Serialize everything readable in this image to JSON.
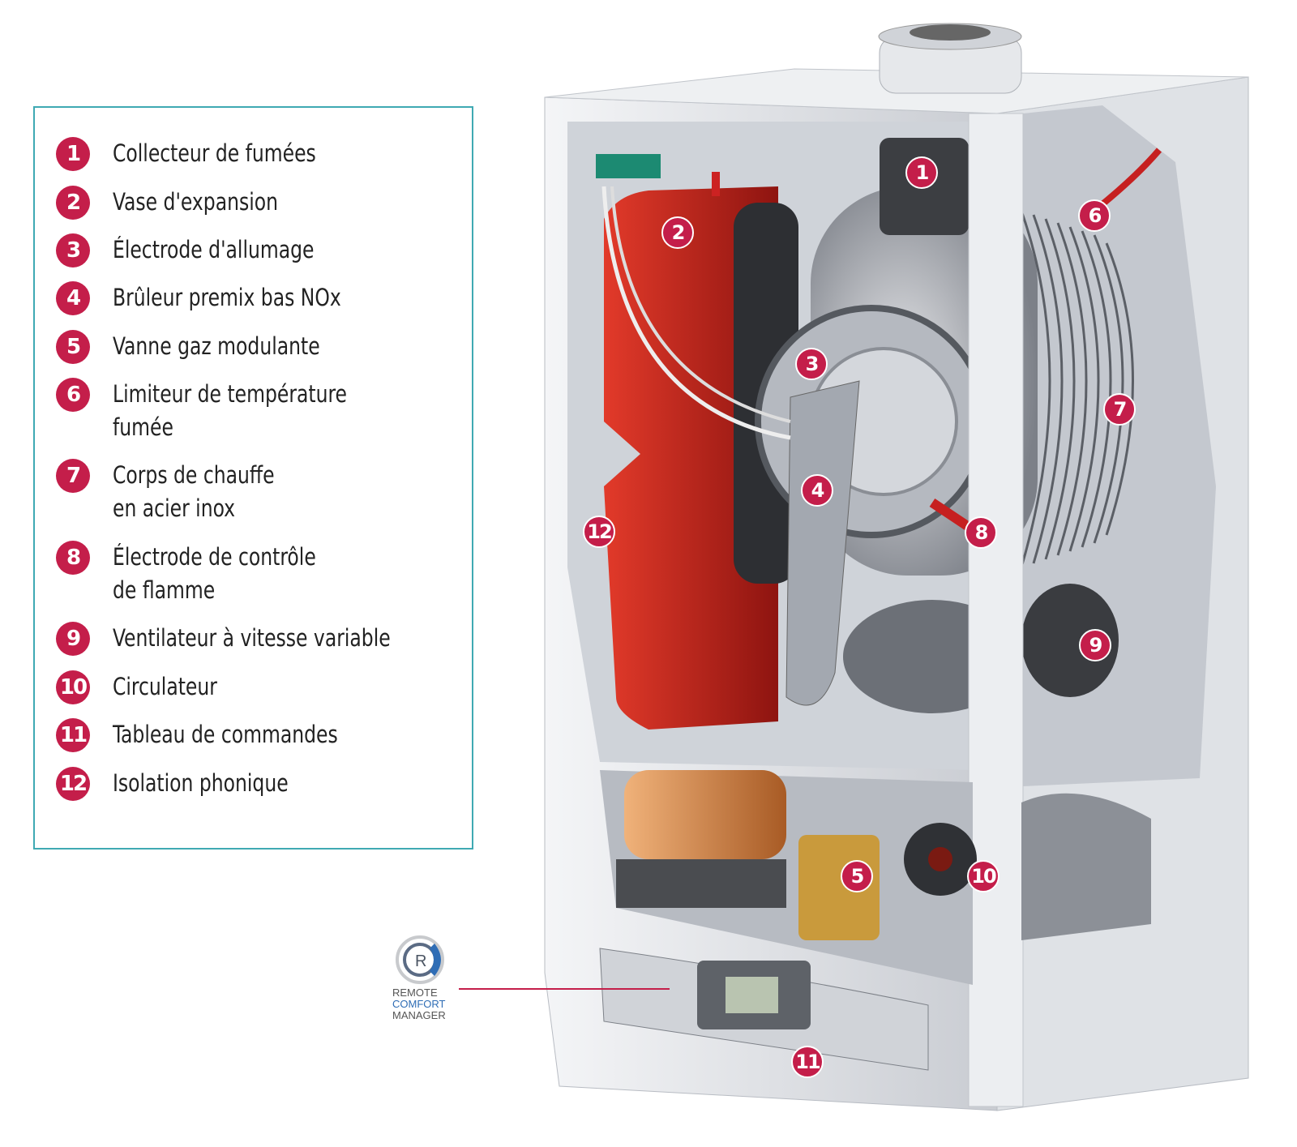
{
  "legend": {
    "items": [
      {
        "num": "1",
        "label": "Collecteur de fumées"
      },
      {
        "num": "2",
        "label": "Vase d'expansion"
      },
      {
        "num": "3",
        "label": "Électrode d'allumage"
      },
      {
        "num": "4",
        "label": "Brûleur premix bas NOx"
      },
      {
        "num": "5",
        "label": "Vanne gaz modulante"
      },
      {
        "num": "6",
        "label": "Limiteur de température\nfumée"
      },
      {
        "num": "7",
        "label": "Corps de chauffe\nen acier inox"
      },
      {
        "num": "8",
        "label": "Électrode de contrôle\nde flamme"
      },
      {
        "num": "9",
        "label": "Ventilateur à vitesse variable"
      },
      {
        "num": "10",
        "label": "Circulateur"
      },
      {
        "num": "11",
        "label": "Tableau de commandes"
      },
      {
        "num": "12",
        "label": "Isolation phonique"
      }
    ]
  },
  "logo": {
    "line1": "REMOTE",
    "line2": "COMFORT",
    "line3": "MANAGER"
  },
  "colors": {
    "marker": "#c41e4a",
    "border": "#3fa9b3",
    "tank": "#c8211f"
  }
}
